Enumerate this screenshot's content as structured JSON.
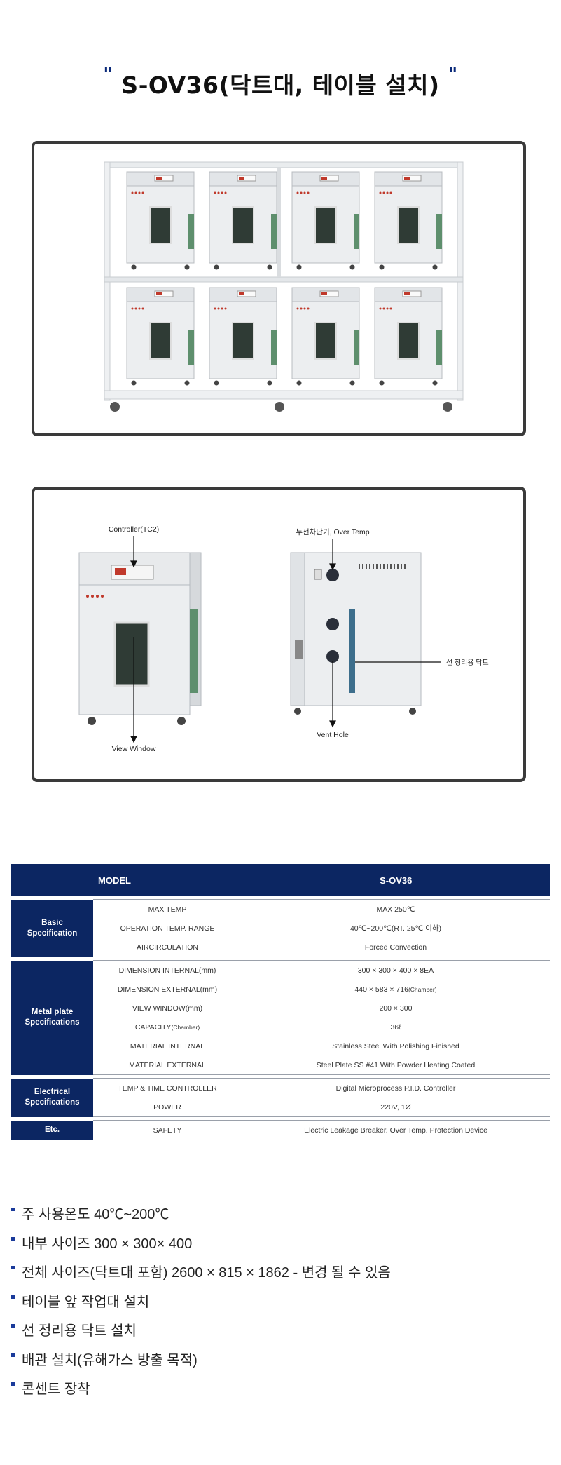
{
  "header": {
    "mark_left": "\"",
    "title": "S-OV36(닥트대, 테이블 설치)",
    "mark_right": "\""
  },
  "diagram": {
    "controller_label": "Controller(TC2)",
    "view_window_label": "View Window",
    "breaker_label": "누전차단기, Over Temp",
    "duct_label": "선 정리용 닥트",
    "vent_label": "Vent Hole"
  },
  "spec": {
    "header": {
      "col1": "MODEL",
      "col2": "S-OV36"
    },
    "sections": [
      {
        "category": "Basic\nSpecification",
        "rows": [
          {
            "label": "MAX TEMP",
            "value": "MAX 250℃"
          },
          {
            "label": "OPERATION TEMP. RANGE",
            "value": "40℃~200℃(RT. 25℃ 이하)"
          },
          {
            "label": "AIRCIRCULATION",
            "value": "Forced Convection"
          }
        ]
      },
      {
        "category": "Metal plate\nSpecifications",
        "rows": [
          {
            "label": "DIMENSION INTERNAL(mm)",
            "value": "300 × 300 × 400 × 8EA"
          },
          {
            "label": "DIMENSION EXTERNAL(mm)",
            "value": "440 × 583 × 716",
            "value_small": "(Chamber)"
          },
          {
            "label": "VIEW WINDOW(mm)",
            "value": "200 × 300"
          },
          {
            "label": "CAPACITY",
            "label_small": "(Chamber)",
            "value": "36ℓ"
          },
          {
            "label": "MATERIAL INTERNAL",
            "value": "Stainless Steel With Polishing Finished"
          },
          {
            "label": "MATERIAL EXTERNAL",
            "value": "Steel Plate SS #41 With Powder Heating Coated"
          }
        ]
      },
      {
        "category": "Electrical\nSpecifications",
        "rows": [
          {
            "label": "TEMP & TIME CONTROLLER",
            "value": "Digital Microprocess P.I.D. Controller"
          },
          {
            "label": "POWER",
            "value": "220V, 1Ø"
          }
        ]
      },
      {
        "category": "Etc.",
        "rows": [
          {
            "label": "SAFETY",
            "value": "Electric Leakage Breaker. Over Temp. Protection Device"
          }
        ]
      }
    ]
  },
  "features": [
    "주 사용온도 40℃~200℃",
    "내부 사이즈 300 × 300× 400",
    "전체 사이즈(닥트대 포함) 2600 × 815 × 1862 - 변경 될 수 있음",
    "테이블 앞 작업대 설치",
    "선 정리용 닥트 설치",
    "배관 설치(유해가스 방출 목적)",
    "콘센트 장착"
  ],
  "colors": {
    "navy": "#0c2662",
    "accent": "#1a3a9a",
    "frame": "#3a3a3a"
  }
}
